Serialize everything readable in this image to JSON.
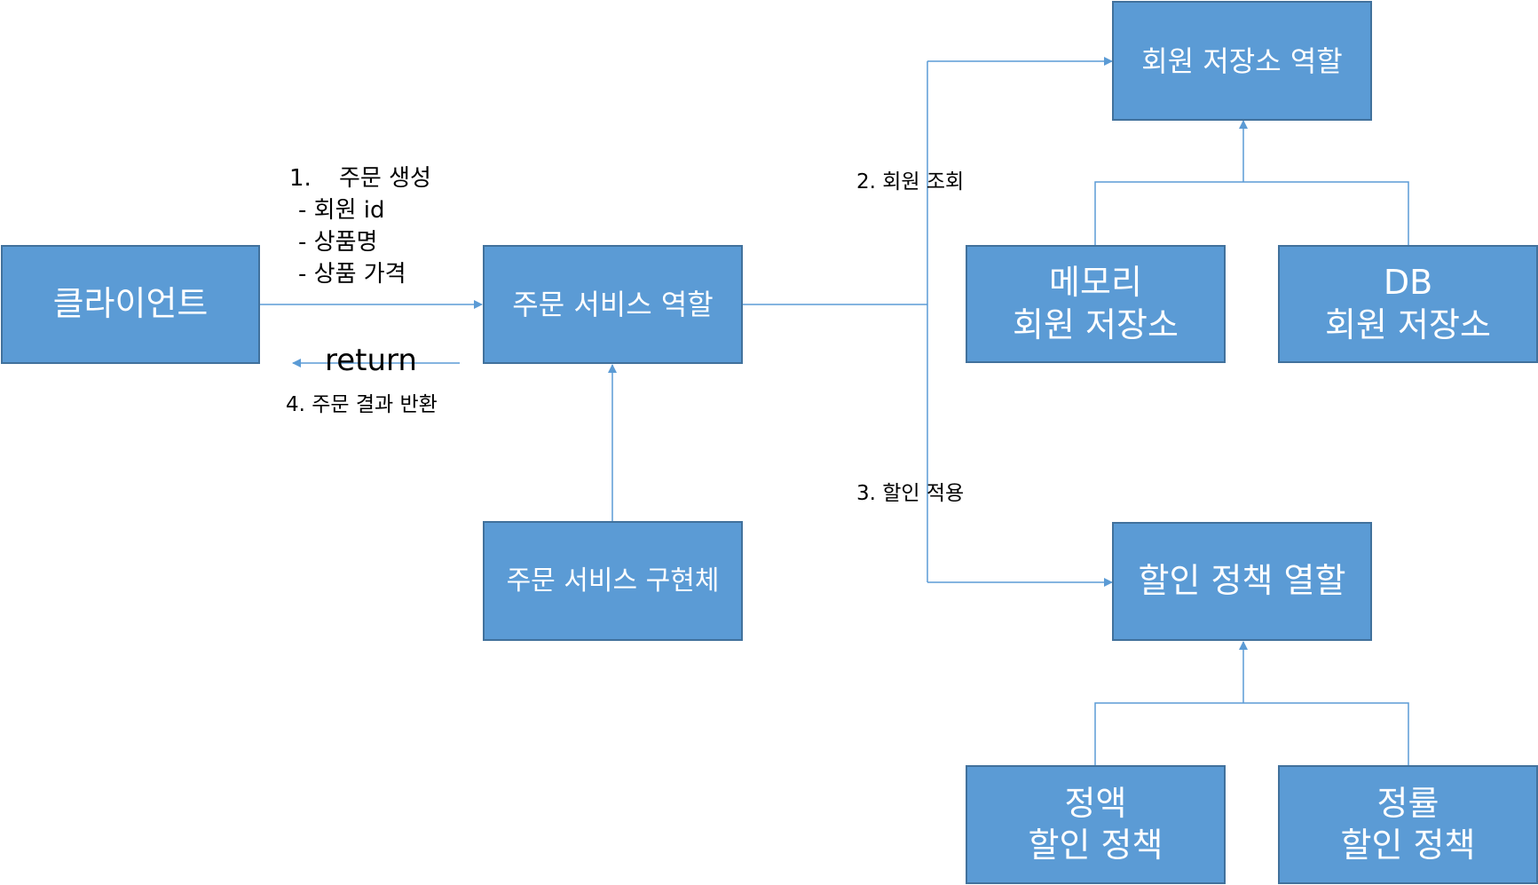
{
  "boxes": {
    "client": {
      "text": "클라이언트"
    },
    "order_role": {
      "text": "주문 서비스 역할"
    },
    "order_impl": {
      "text": "주문 서비스 구현체"
    },
    "member_repo_role": {
      "text": "회원 저장소 역할"
    },
    "memory_repo": {
      "line1": "메모리",
      "line2": "회원 저장소"
    },
    "db_repo": {
      "line1": "DB",
      "line2": "회원 저장소"
    },
    "discount_role": {
      "text": "할인 정책 열할"
    },
    "fixed_discount": {
      "line1": "정액",
      "line2": "할인 정책"
    },
    "rate_discount": {
      "line1": "정률",
      "line2": "할인 정책"
    }
  },
  "labels": {
    "step1_num": "1.",
    "step1_title": "주문 생성",
    "step1_item1": "- 회원 id",
    "step1_item2": "- 상품명",
    "step1_item3": "- 상품 가격",
    "return": "return",
    "step4": "4. 주문 결과 반환",
    "step2": "2. 회원 조회",
    "step3": "3. 할인 적용"
  },
  "colors": {
    "box_fill": "#5b9bd5",
    "box_border": "#41719c",
    "connector": "#5b9bd5"
  }
}
